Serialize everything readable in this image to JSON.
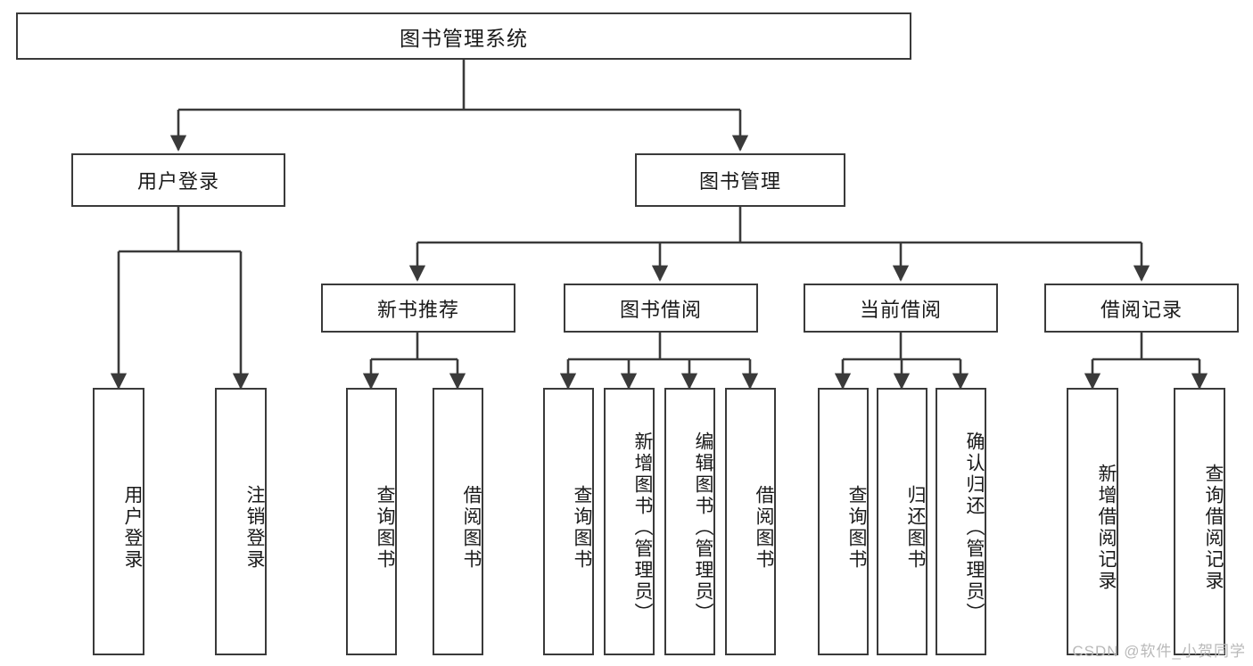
{
  "diagram": {
    "title": "图书管理系统",
    "type": "tree-hierarchy",
    "root": {
      "id": "root",
      "label": "图书管理系统"
    },
    "level1": [
      {
        "id": "user-login",
        "label": "用户登录"
      },
      {
        "id": "book-management",
        "label": "图书管理"
      }
    ],
    "level2": [
      {
        "id": "new-book-recommend",
        "label": "新书推荐",
        "parent": "book-management"
      },
      {
        "id": "book-borrow",
        "label": "图书借阅",
        "parent": "book-management"
      },
      {
        "id": "current-borrow",
        "label": "当前借阅",
        "parent": "book-management"
      },
      {
        "id": "borrow-record",
        "label": "借阅记录",
        "parent": "book-management"
      }
    ],
    "leaves": {
      "user-login": [
        {
          "id": "leaf-user-login",
          "label": "用户登录"
        },
        {
          "id": "leaf-logout",
          "label": "注销登录"
        }
      ],
      "new-book-recommend": [
        {
          "id": "leaf-query-book-1",
          "label": "查询图书"
        },
        {
          "id": "leaf-borrow-book-1",
          "label": "借阅图书"
        }
      ],
      "book-borrow": [
        {
          "id": "leaf-query-book-2",
          "label": "查询图书"
        },
        {
          "id": "leaf-add-book",
          "label": "新增图书（管理员）"
        },
        {
          "id": "leaf-edit-book",
          "label": "编辑图书（管理员）"
        },
        {
          "id": "leaf-borrow-book-2",
          "label": "借阅图书"
        }
      ],
      "current-borrow": [
        {
          "id": "leaf-query-book-3",
          "label": "查询图书"
        },
        {
          "id": "leaf-return-book",
          "label": "归还图书"
        },
        {
          "id": "leaf-confirm-return",
          "label": "确认归还（管理员）"
        }
      ],
      "borrow-record": [
        {
          "id": "leaf-add-record",
          "label": "新增借阅记录"
        },
        {
          "id": "leaf-query-record",
          "label": "查询借阅记录"
        }
      ]
    },
    "watermark": "CSDN @软件_小贺同学",
    "colors": {
      "stroke": "#3a3a3a",
      "fill": "#ffffff",
      "text": "#1a1a1a",
      "watermark": "#b9b9b9"
    }
  }
}
